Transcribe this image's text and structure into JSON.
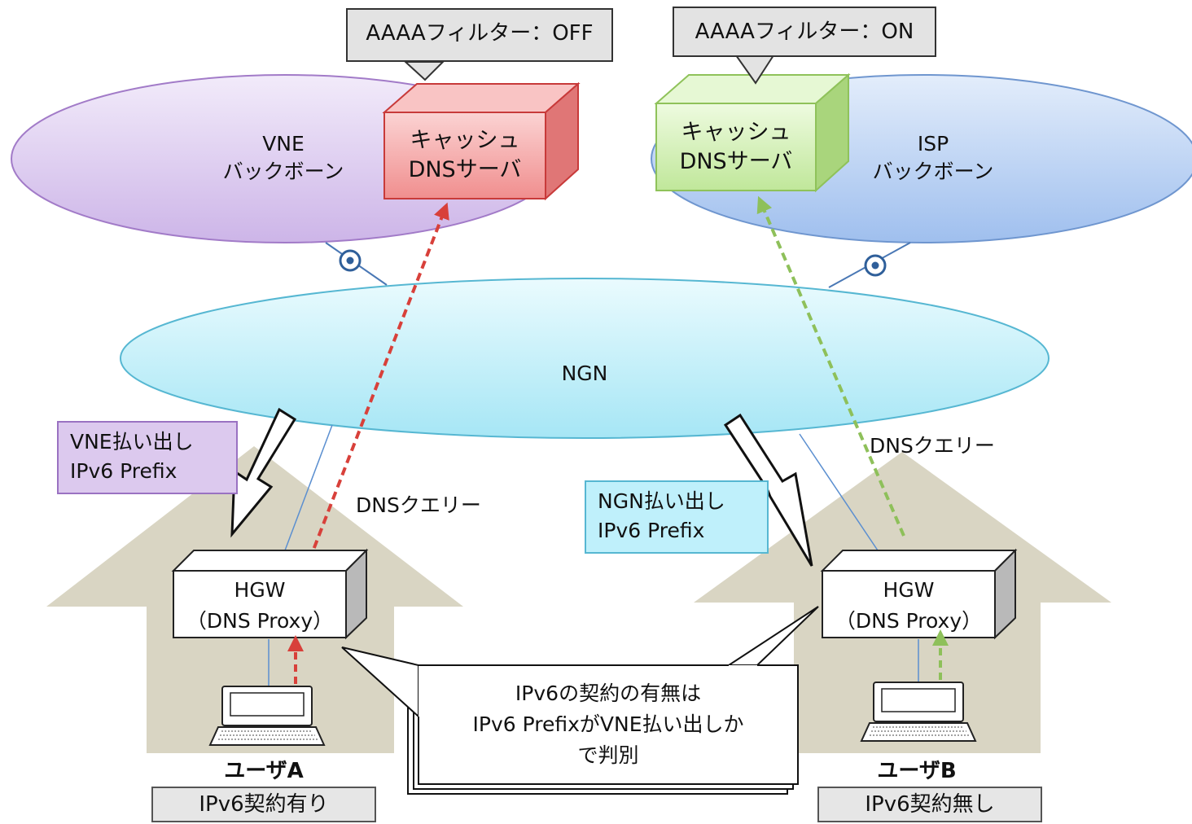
{
  "callouts": {
    "vne_filter": "AAAAフィルター：OFF",
    "isp_filter": "AAAAフィルター：ON"
  },
  "networks": {
    "vne_line1": "VNE",
    "vne_line2": "バックボーン",
    "isp_line1": "ISP",
    "isp_line2": "バックボーン",
    "ngn": "NGN"
  },
  "dns_servers": {
    "vne_line1": "キャッシュ",
    "vne_line2": "DNSサーバ",
    "isp_line1": "キャッシュ",
    "isp_line2": "DNSサーバ"
  },
  "prefix_labels": {
    "vne_line1": "VNE払い出し",
    "vne_line2": "IPv6 Prefix",
    "ngn_line1": "NGN払い出し",
    "ngn_line2": "IPv6 Prefix"
  },
  "queries": {
    "left": "DNSクエリー",
    "right": "DNSクエリー"
  },
  "hgw": {
    "a_line1": "HGW",
    "a_line2": "（DNS Proxy）",
    "b_line1": "HGW",
    "b_line2": "（DNS Proxy）"
  },
  "users": {
    "a_name": "ユーザA",
    "a_contract": "IPv6契約有り",
    "b_name": "ユーザB",
    "b_contract": "IPv6契約無し"
  },
  "note": {
    "line1": "IPv6の契約の有無は",
    "line2": "IPv6 PrefixがVNE払い出しか",
    "line3": "で判別"
  },
  "colors": {
    "vne_fill": "#d9c6ee",
    "isp_fill": "#b4cdf2",
    "ngn_fill": "#bdeef8",
    "vne_dns_fill": "#f7a8a8",
    "isp_dns_fill": "#cdeeaa",
    "red_query": "#d8403a",
    "green_query": "#8ec05a",
    "house": "#d9d5c3"
  }
}
